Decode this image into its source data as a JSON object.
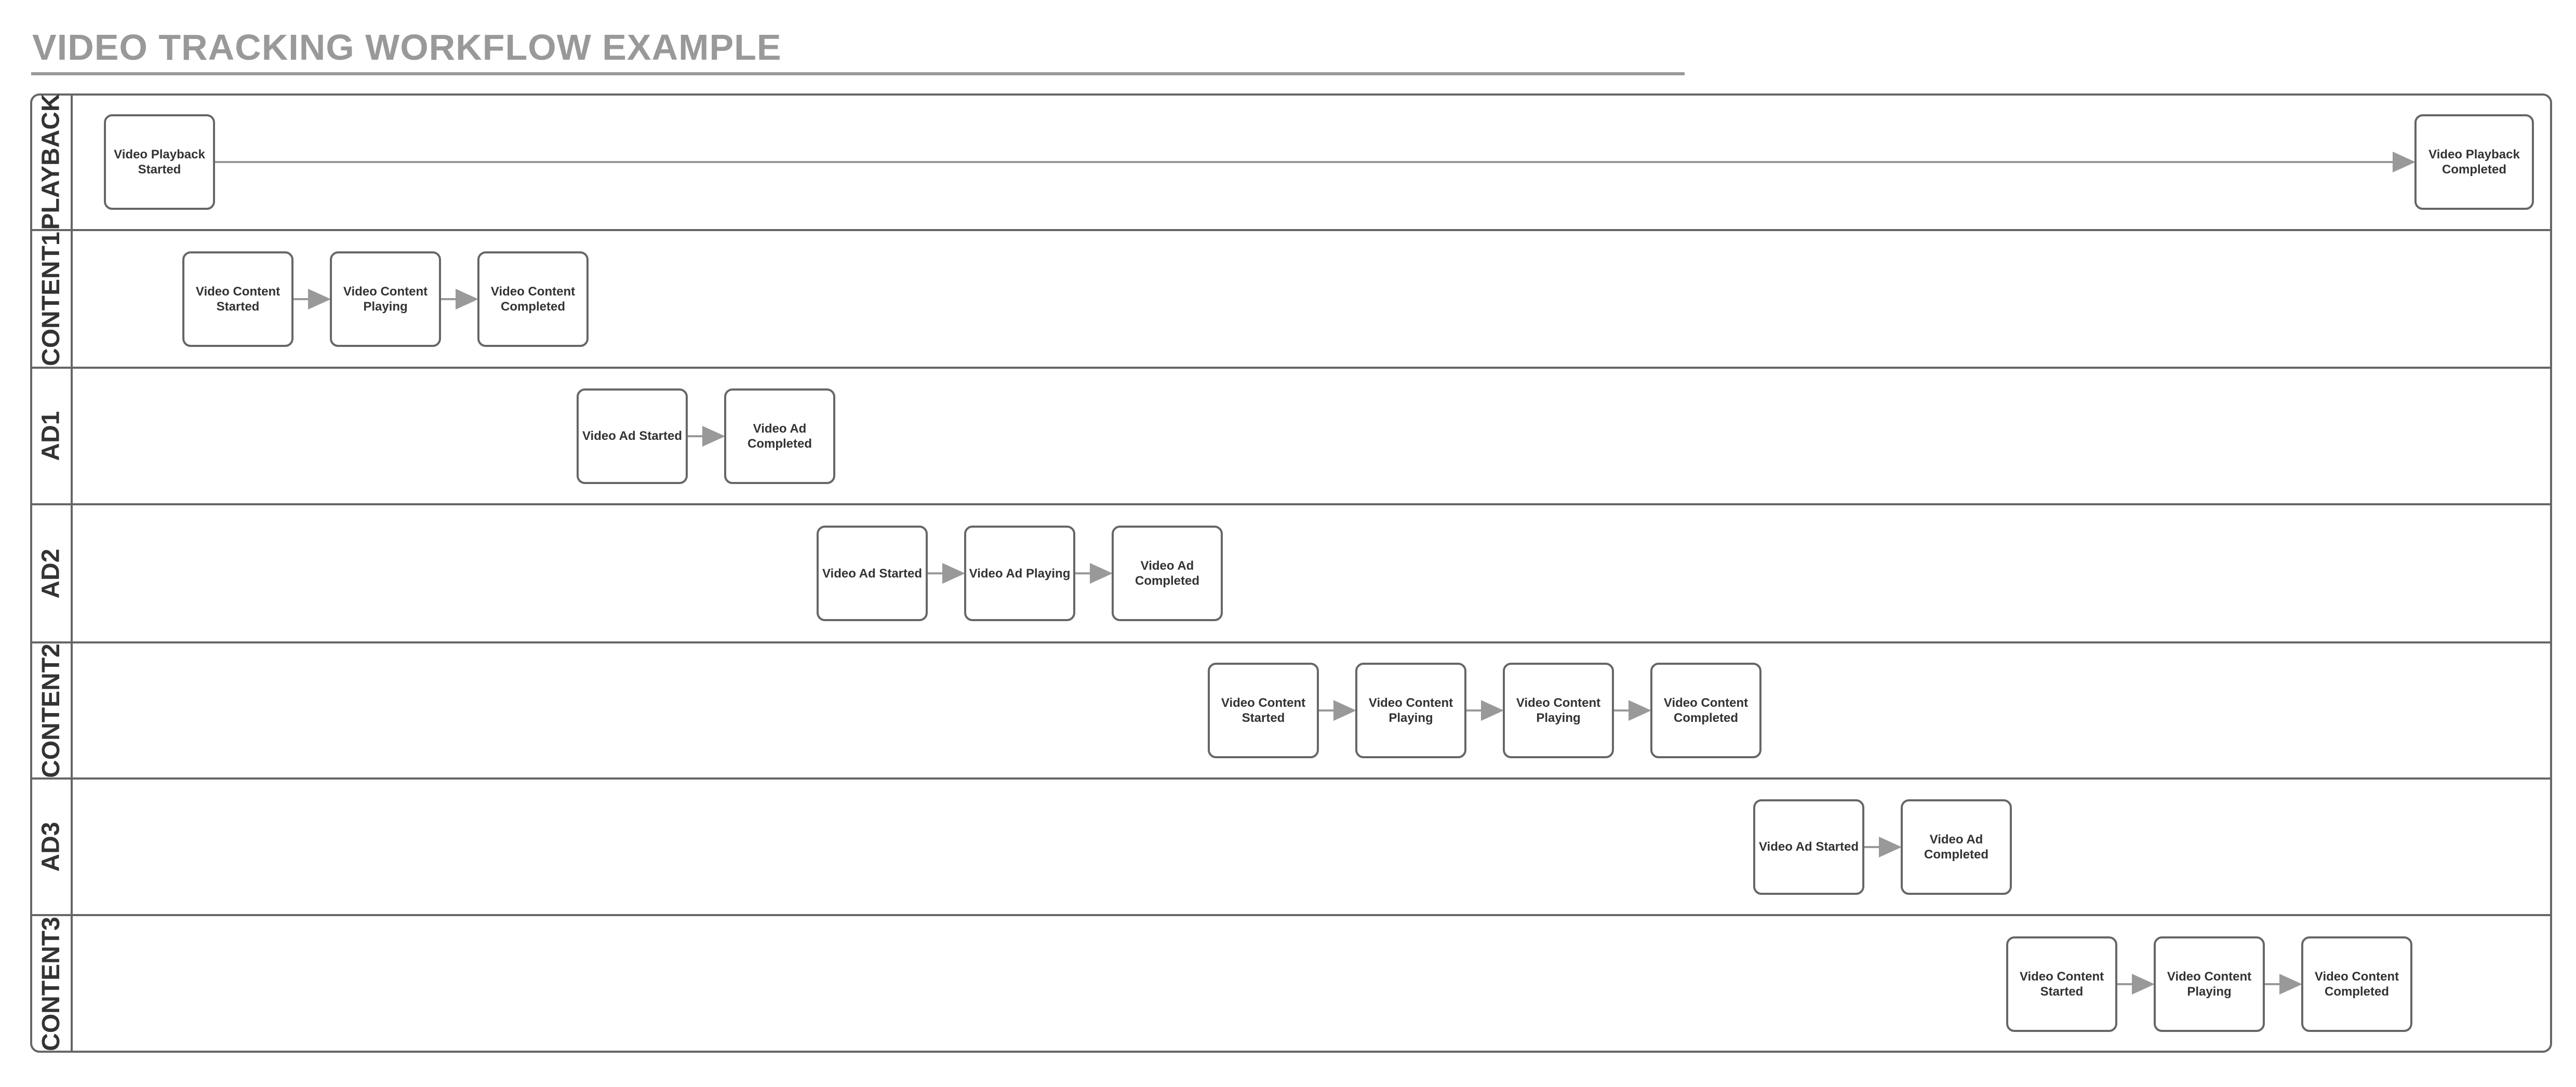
{
  "title": "VIDEO TRACKING WORKFLOW EXAMPLE",
  "colors": {
    "title_gray": "#999999",
    "frame_gray": "#666666",
    "arrow_gray": "#999999",
    "text_dark": "#333333"
  },
  "lanes": [
    {
      "label": "PLAYBACK",
      "nodes": [
        {
          "lines": [
            "Video Playback",
            "Started"
          ]
        },
        {
          "lines": [
            "Video Playback",
            "Completed"
          ]
        }
      ]
    },
    {
      "label": "CONTENT1",
      "nodes": [
        {
          "lines": [
            "Video Content",
            "Started"
          ]
        },
        {
          "lines": [
            "Video Content",
            "Playing"
          ]
        },
        {
          "lines": [
            "Video Content",
            "Completed"
          ]
        }
      ]
    },
    {
      "label": "AD1",
      "nodes": [
        {
          "lines": [
            "Video Ad Started"
          ]
        },
        {
          "lines": [
            "Video Ad",
            "Completed"
          ]
        }
      ]
    },
    {
      "label": "AD2",
      "nodes": [
        {
          "lines": [
            "Video Ad Started"
          ]
        },
        {
          "lines": [
            "Video Ad Playing"
          ]
        },
        {
          "lines": [
            "Video Ad",
            "Completed"
          ]
        }
      ]
    },
    {
      "label": "CONTENT2",
      "nodes": [
        {
          "lines": [
            "Video Content",
            "Started"
          ]
        },
        {
          "lines": [
            "Video Content",
            "Playing"
          ]
        },
        {
          "lines": [
            "Video Content",
            "Playing"
          ]
        },
        {
          "lines": [
            "Video Content",
            "Completed"
          ]
        }
      ]
    },
    {
      "label": "AD3",
      "nodes": [
        {
          "lines": [
            "Video Ad Started"
          ]
        },
        {
          "lines": [
            "Video Ad",
            "Completed"
          ]
        }
      ]
    },
    {
      "label": "CONTENT3",
      "nodes": [
        {
          "lines": [
            "Video Content",
            "Started"
          ]
        },
        {
          "lines": [
            "Video Content",
            "Playing"
          ]
        },
        {
          "lines": [
            "Video Content",
            "Completed"
          ]
        }
      ]
    }
  ]
}
